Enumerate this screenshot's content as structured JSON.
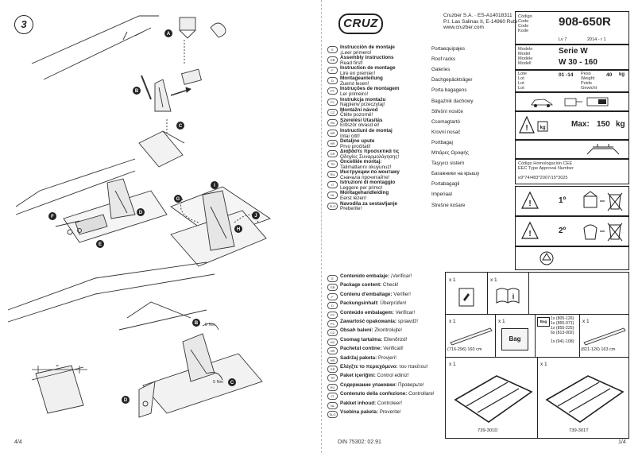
{
  "left_page": {
    "step_number": "3",
    "markers": [
      "A",
      "B",
      "C",
      "D",
      "E",
      "F",
      "G",
      "H",
      "I",
      "J"
    ],
    "torque_1": "5 Nm",
    "torque_2": "5 Nm",
    "footer_page": "4/4"
  },
  "header": {
    "logo": "CRUZ",
    "company_lines": [
      "Cruzber S.A. · ES-A14018311",
      "P.I. Las Salinas II, E-14960 Rute",
      "www.cruzber.com"
    ],
    "code_labels": [
      "Código",
      "Code",
      "Code",
      "Kode"
    ],
    "code_value": "908-650R",
    "lv_label": "Lv 7",
    "lv_date": "2014 - r 1",
    "model_labels": [
      "Modelo",
      "Model",
      "Modèle",
      "Modell"
    ],
    "series": "Serie W",
    "size": "W 30 - 160",
    "lot_labels": [
      "Lote",
      "Lot",
      "Lot",
      "Lot"
    ],
    "lot_value": "01 -14",
    "weight_labels": [
      "Peso",
      "Weight",
      "Poids",
      "Gewicht"
    ],
    "weight_value": "40",
    "weight_unit": "kg",
    "max_label": "Max:",
    "max_value": "150",
    "max_unit": "kg",
    "homolog_lines": [
      "Código Homologación CEE",
      "EEC Type Approval Number"
    ],
    "homolog_number": "e9*74/483*2007/15*3025",
    "hazard_1": "1º",
    "hazard_2": "2º"
  },
  "instructions": [
    {
      "code": "E",
      "title": "Instrucción de montaje",
      "sub": "¡Leer primero!",
      "trans": "Portaequipajes"
    },
    {
      "code": "GB",
      "title": "Assembly instructions",
      "sub": "Read first!",
      "trans": "Roof racks"
    },
    {
      "code": "F",
      "title": "Instruction de montage",
      "sub": "Lire en premier!",
      "trans": "Galeries"
    },
    {
      "code": "D",
      "title": "Montageanleitung",
      "sub": "Zuerst lesen!",
      "trans": "Dachgepäckträger"
    },
    {
      "code": "PT",
      "title": "Instruções de montagem",
      "sub": "Ler primeiro!",
      "trans": "Porta bagagens"
    },
    {
      "code": "PL",
      "title": "Instrukcja montażu",
      "sub": "Najpierw przeczytaj!",
      "trans": "Bagażnik dachowy"
    },
    {
      "code": "CZ",
      "title": "Montážní návod",
      "sub": "Čtěte pozorně!",
      "trans": "Střešní nosiče"
    },
    {
      "code": "HU",
      "title": "Szerelési Utasítás",
      "sub": "Először olvasd el!",
      "trans": "Csomagtartó"
    },
    {
      "code": "HR",
      "title": "Instructiuni de montaj",
      "sub": "Intai citit!",
      "trans": "Krovni nosač"
    },
    {
      "code": "HR",
      "title": "Detaljne upute",
      "sub": "Prvo pročitati!",
      "trans": "Portbagaj"
    },
    {
      "code": "GR",
      "title": "Διαβάστε προσεκτικά τις",
      "sub": "Οδηγίες Συναρμολόγησης!",
      "trans": "Μπάρες Οροφής"
    },
    {
      "code": "TR",
      "title": "Öncelikle montaj:",
      "sub": "Talimatlarını okuyunuz!",
      "trans": "Taşıyıcı sistem"
    },
    {
      "code": "RU",
      "title": "Инструкции по монтажу",
      "sub": "Сначала прочитайте!",
      "trans": "Багажники на крышу"
    },
    {
      "code": "IT",
      "title": "Istruzioni di montaggio",
      "sub": "Leggere per primo!",
      "trans": "Portabagagli"
    },
    {
      "code": "NL",
      "title": "Montagehandleiding",
      "sub": "Eerst lezen!",
      "trans": "Imperiaal"
    },
    {
      "code": "SLO",
      "title": "Navodila za sestavljanje",
      "sub": "Preberite!",
      "trans": "Strešne košare"
    }
  ],
  "contents": [
    {
      "code": "E",
      "title": "Contenido embalaje:",
      "sub": "¡Verificar!"
    },
    {
      "code": "GB",
      "title": "Package content:",
      "sub": "Check!"
    },
    {
      "code": "F",
      "title": "Contenu d'emballage:",
      "sub": "Vérifier!"
    },
    {
      "code": "D",
      "title": "Packungsinhalt:",
      "sub": "Überprüfen!"
    },
    {
      "code": "PT",
      "title": "Conteúdo embalagem:",
      "sub": "Verificar!"
    },
    {
      "code": "PL",
      "title": "Zawartość opakowania:",
      "sub": "sprawdź!"
    },
    {
      "code": "CZ",
      "title": "Obsah balení:",
      "sub": "Zkontrolujte!"
    },
    {
      "code": "HU",
      "title": "Csomag tartalma:",
      "sub": "Ellenőrizd!"
    },
    {
      "code": "HR",
      "title": "Pachetul contine:",
      "sub": "Verificati!"
    },
    {
      "code": "HR",
      "title": "Sadržaj paketa:",
      "sub": "Provjeri!"
    },
    {
      "code": "GR",
      "title": "Ελέγξτε το περιεχόμενο:",
      "sub": "του πακέτου!"
    },
    {
      "code": "TR",
      "title": "Paket içeriğini:",
      "sub": "Control ediniz!"
    },
    {
      "code": "RU",
      "title": "Содержание упаковки:",
      "sub": "Проверьте!"
    },
    {
      "code": "IT",
      "title": "Contenuto della confezione:",
      "sub": "Controllare!"
    },
    {
      "code": "NL",
      "title": "Pakket inhoud:",
      "sub": "Controleer!"
    },
    {
      "code": "SLO",
      "title": "Vsebina paketa:",
      "sub": "Preverite!"
    }
  ],
  "package": {
    "qty_1": "x 1",
    "qty_2": "x 1",
    "qty_3": "x 1",
    "qty_4": "x 1",
    "qty_5": "x 1",
    "qty_6": "x 1",
    "qty_7": "x 1",
    "bar_1_dims": "(716-296) 160 cm",
    "bar_2_dims": "(821-126) 163 cm",
    "bag_label": "Bag",
    "bag_small": "Bag",
    "bag_parts": [
      "1x (805-126)",
      "1x (855-071)",
      "1x (855-225)",
      "6x (813-002)",
      "1x (941-108)"
    ],
    "frame_1": "739-301D",
    "frame_2": "739-301T"
  },
  "footer": {
    "din": "DIN 75302: 02.91",
    "page": "1/4"
  }
}
